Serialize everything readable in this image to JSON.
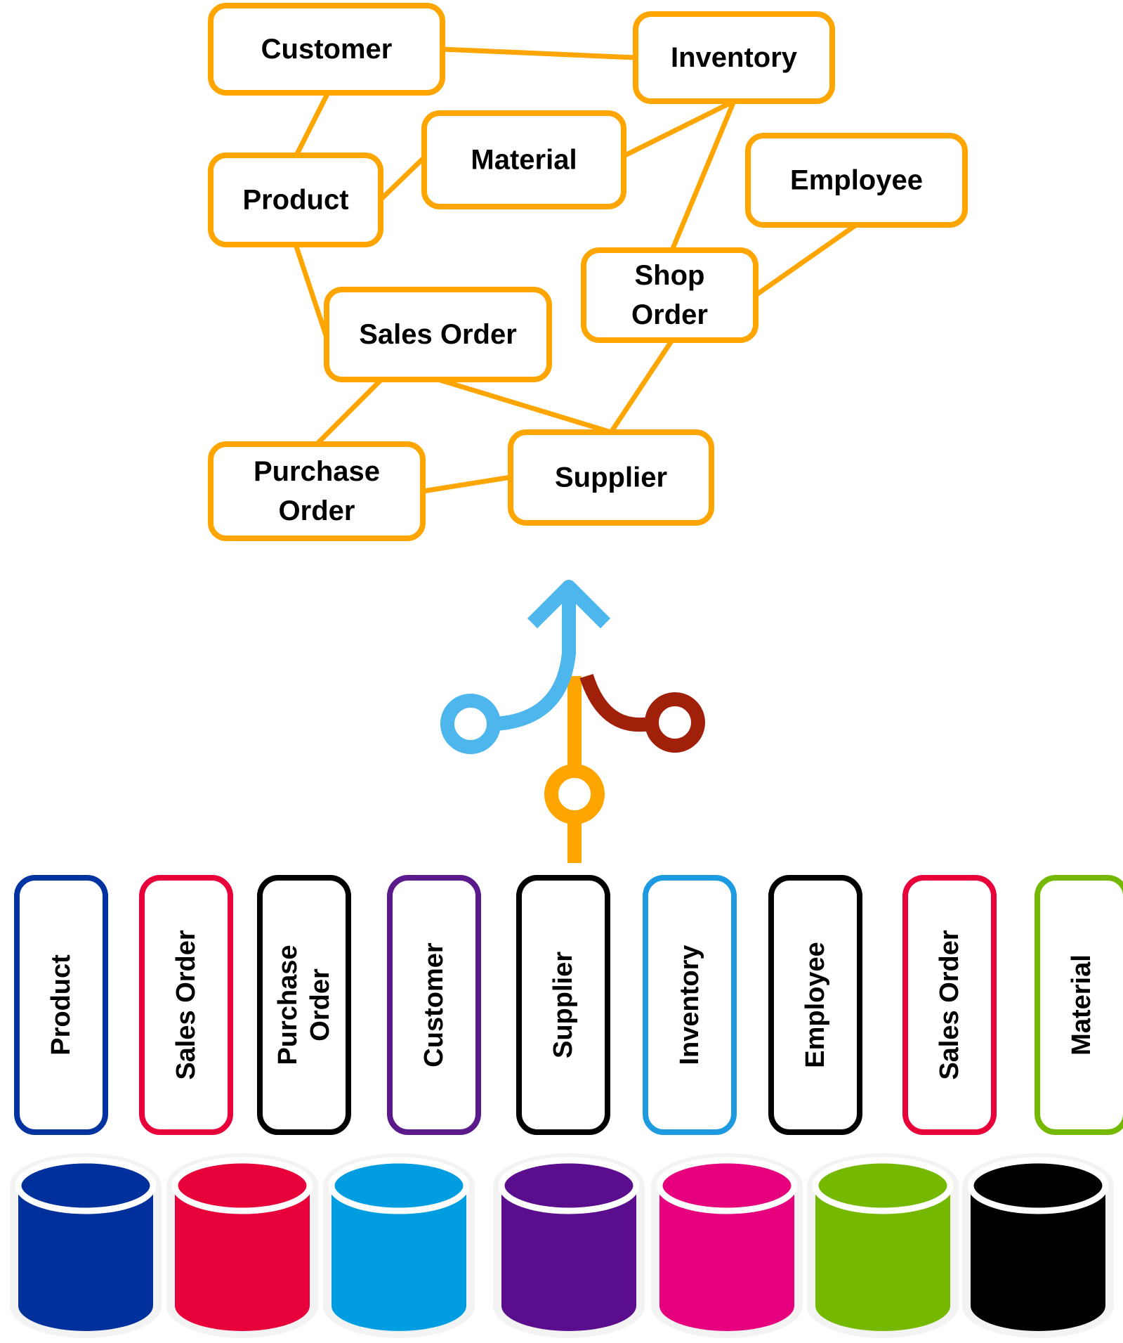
{
  "colors": {
    "graph_accent": "#FFA500",
    "arrow_light_blue": "#4DB6EC",
    "arrow_orange": "#FFA500",
    "arrow_dark_red": "#A0200A",
    "cylinder_outline": "#FFFFFF"
  },
  "graph": {
    "nodes": [
      {
        "id": "customer",
        "label": [
          "Customer"
        ]
      },
      {
        "id": "inventory",
        "label": [
          "Inventory"
        ]
      },
      {
        "id": "material",
        "label": [
          "Material"
        ]
      },
      {
        "id": "product",
        "label": [
          "Product"
        ]
      },
      {
        "id": "employee",
        "label": [
          "Employee"
        ]
      },
      {
        "id": "shop_order",
        "label": [
          "Shop",
          "Order"
        ]
      },
      {
        "id": "sales_order",
        "label": [
          "Sales Order"
        ]
      },
      {
        "id": "purchase_order",
        "label": [
          "Purchase",
          "Order"
        ]
      },
      {
        "id": "supplier",
        "label": [
          "Supplier"
        ]
      }
    ],
    "edges": [
      [
        "customer",
        "inventory"
      ],
      [
        "customer",
        "product"
      ],
      [
        "product",
        "material"
      ],
      [
        "material",
        "inventory"
      ],
      [
        "inventory",
        "shop_order"
      ],
      [
        "employee",
        "shop_order"
      ],
      [
        "product",
        "sales_order"
      ],
      [
        "sales_order",
        "purchase_order"
      ],
      [
        "sales_order",
        "supplier"
      ],
      [
        "shop_order",
        "supplier"
      ],
      [
        "purchase_order",
        "supplier"
      ]
    ]
  },
  "merge_icon": {
    "icon": "merge-arrow-icon"
  },
  "silos": [
    {
      "id": "silo-product",
      "label": [
        "Product"
      ],
      "color": "#0033A0"
    },
    {
      "id": "silo-sales-order-1",
      "label": [
        "Sales Order"
      ],
      "color": "#E8003A"
    },
    {
      "id": "silo-purchase-order",
      "label": [
        "Purchase",
        "Order"
      ],
      "color": "#000000"
    },
    {
      "id": "silo-customer",
      "label": [
        "Customer"
      ],
      "color": "#5A1A8C"
    },
    {
      "id": "silo-supplier",
      "label": [
        "Supplier"
      ],
      "color": "#000000"
    },
    {
      "id": "silo-inventory",
      "label": [
        "Inventory"
      ],
      "color": "#1E9BE0"
    },
    {
      "id": "silo-employee",
      "label": [
        "Employee"
      ],
      "color": "#000000"
    },
    {
      "id": "silo-sales-order-2",
      "label": [
        "Sales Order"
      ],
      "color": "#E8003A"
    },
    {
      "id": "silo-material",
      "label": [
        "Material"
      ],
      "color": "#74B800"
    }
  ],
  "databases": [
    {
      "id": "db-1",
      "color": "#00309B"
    },
    {
      "id": "db-2",
      "color": "#E8003A"
    },
    {
      "id": "db-3",
      "color": "#009EE0"
    },
    {
      "id": "db-4",
      "color": "#5A0D8C"
    },
    {
      "id": "db-5",
      "color": "#E6007E"
    },
    {
      "id": "db-6",
      "color": "#74B800"
    },
    {
      "id": "db-7",
      "color": "#000000"
    }
  ]
}
